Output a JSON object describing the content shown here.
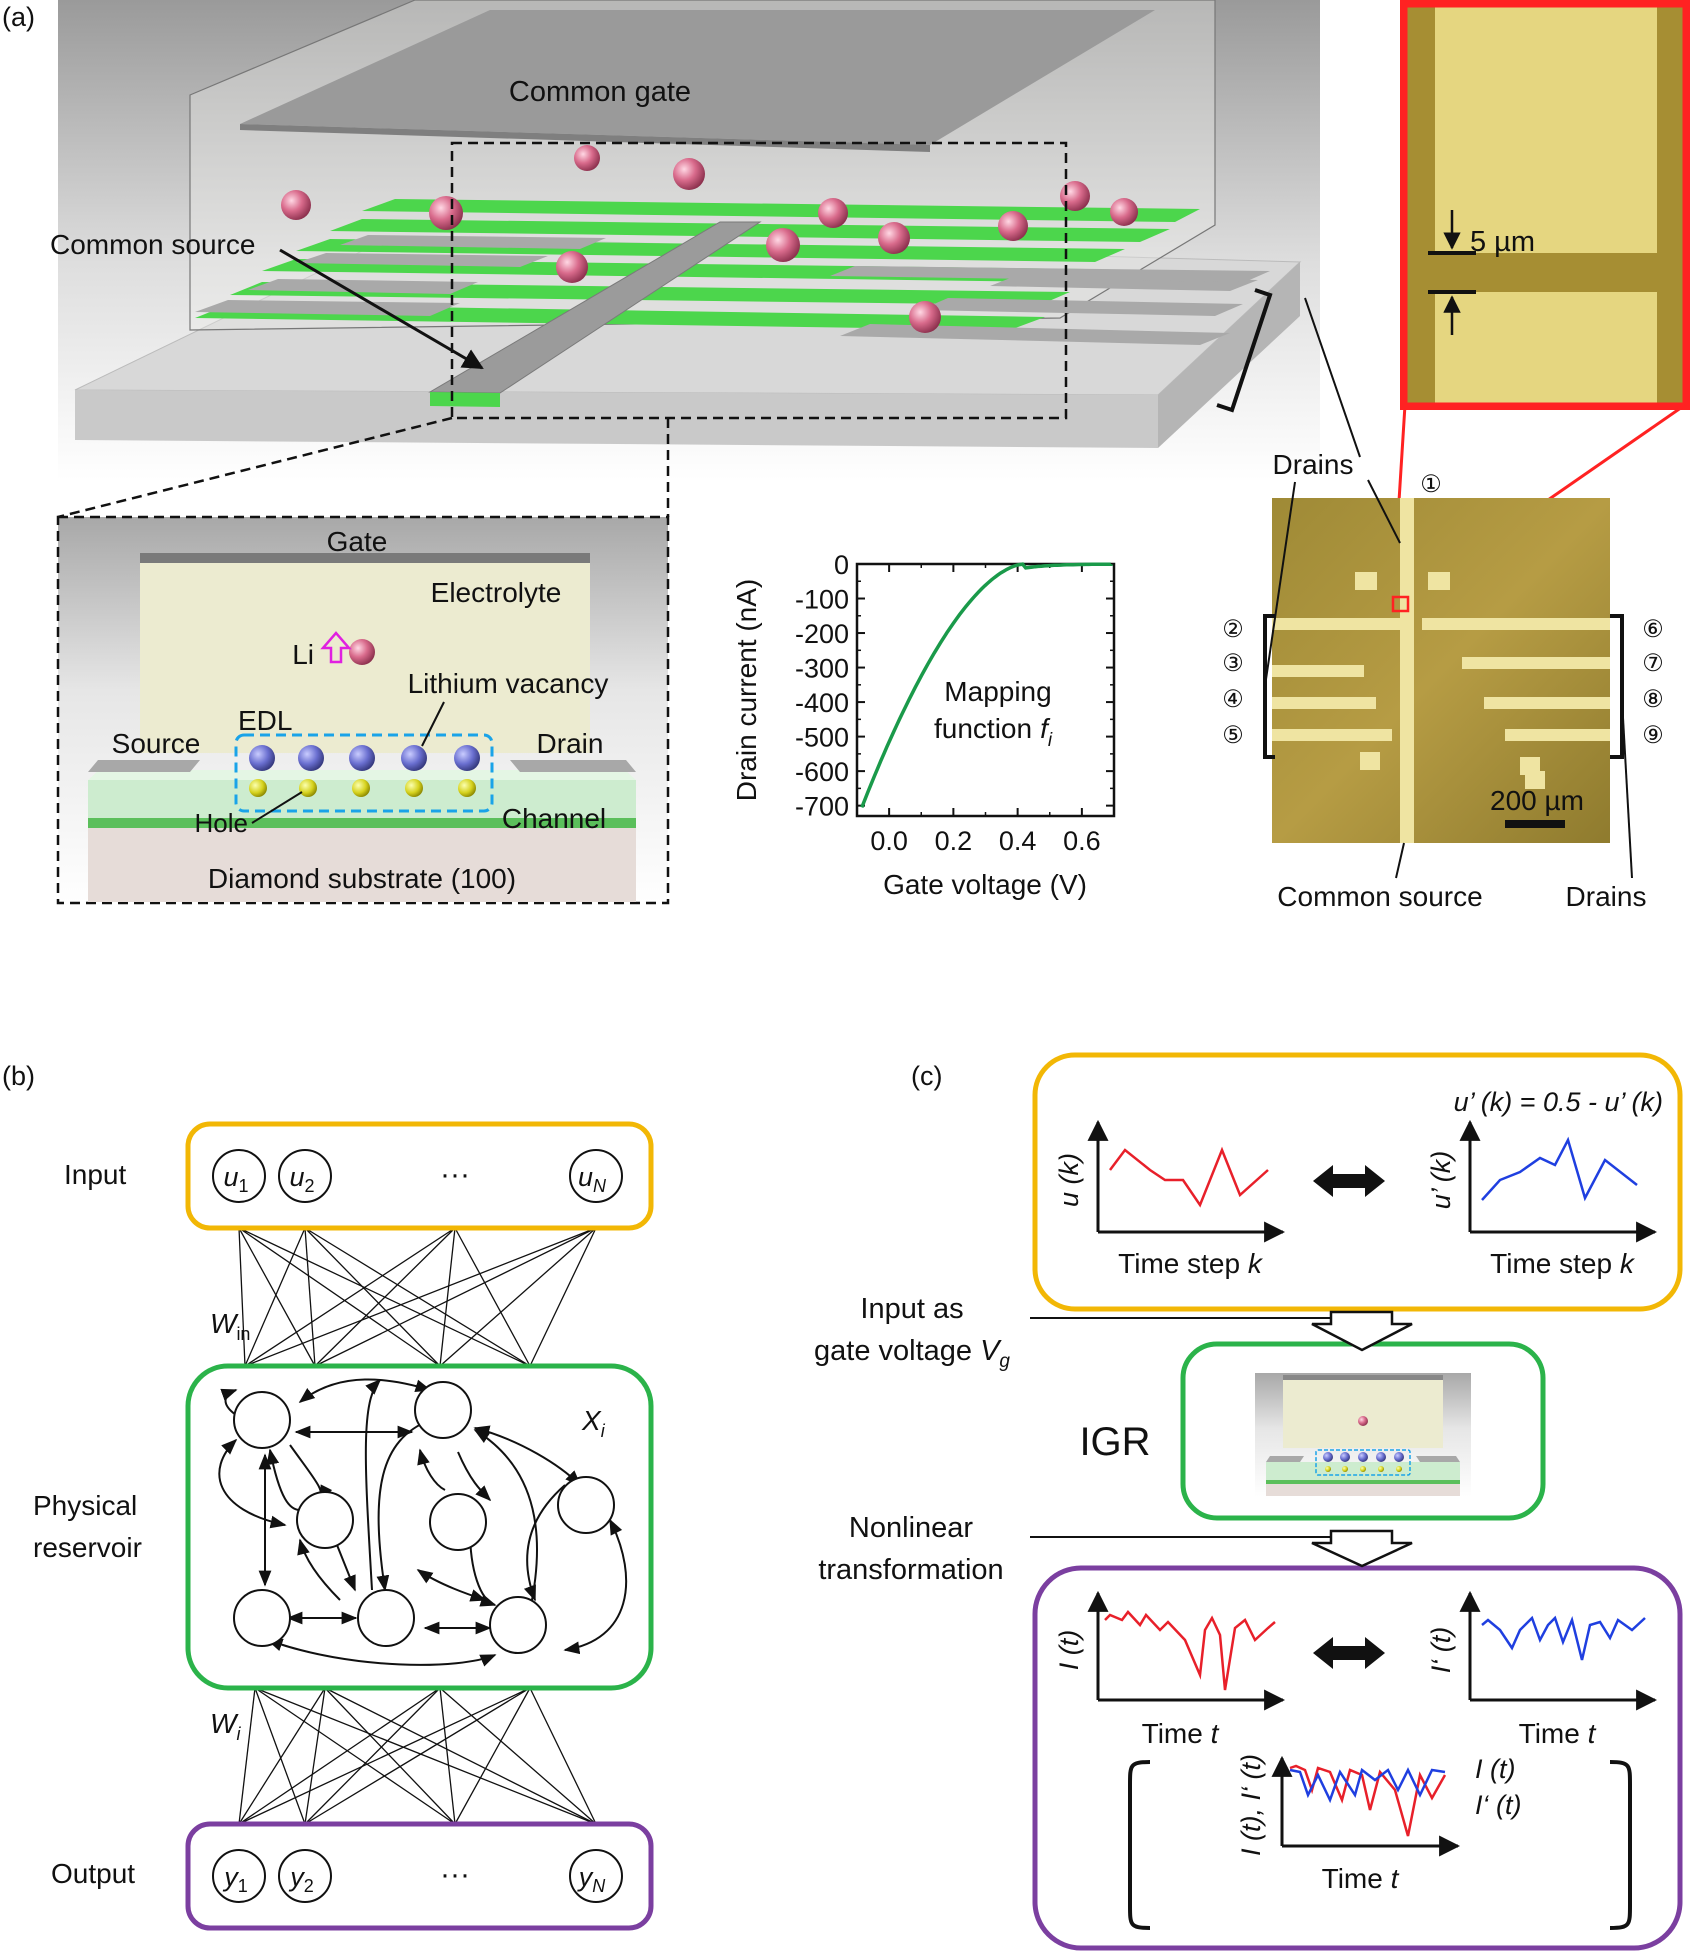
{
  "panel_a": {
    "label": "(a)",
    "common_gate": "Common gate",
    "common_source": "Common source",
    "inset": {
      "gate": "Gate",
      "electrolyte": "Electrolyte",
      "li": "Li",
      "lithium_vacancy": "Lithium vacancy",
      "edl": "EDL",
      "source": "Source",
      "drain": "Drain",
      "hole": "Hole",
      "channel": "Channel",
      "substrate": "Diamond substrate (100)"
    },
    "plot": {
      "ylabel": "Drain current (nA)",
      "xlabel": "Gate voltage (V)",
      "yticks": [
        "0",
        "-100",
        "-200",
        "-300",
        "-400",
        "-500",
        "-600",
        "-700"
      ],
      "xticks": [
        "0.0",
        "0.2",
        "0.4",
        "0.6"
      ],
      "annotation_line1": "Mapping",
      "annotation_line2": "function",
      "annotation_var": "f",
      "annotation_sub": "i",
      "curve_color": "#1a9a4a"
    },
    "micro": {
      "scale_top": "5 µm",
      "scale_bottom": "200 µm",
      "drains_top": "Drains",
      "drains_bottom": "Drains",
      "common_source": "Common source",
      "numbers": [
        "①",
        "②",
        "③",
        "④",
        "⑤",
        "⑥",
        "⑦",
        "⑧",
        "⑨"
      ]
    }
  },
  "panel_b": {
    "label": "(b)",
    "input": "Input",
    "physical_line1": "Physical",
    "physical_line2": "reservoir",
    "output": "Output",
    "w_in_main": "W",
    "w_in_sub": "in",
    "w_i_main": "W",
    "w_i_sub": "i",
    "x_i_main": "X",
    "x_i_sub": "i",
    "u": [
      "1",
      "2",
      "N"
    ],
    "y": [
      "1",
      "2",
      "N"
    ],
    "u_letter": "u",
    "y_letter": "y",
    "dots": "···",
    "colors": {
      "input": "#f2b705",
      "reservoir": "#2bb34a",
      "output": "#7b3fa0"
    }
  },
  "panel_c": {
    "label": "(c)",
    "equation": "u’ (k) = 0.5 - u’ (k)",
    "ylabel_u": "u (k)",
    "ylabel_u2": "u’ (k)",
    "xlabel_k_main": "Time step",
    "xlabel_k_var": "k",
    "input_as_line1": "Input as",
    "input_as_line2": "gate voltage",
    "input_as_var": "V",
    "input_as_sub": "g",
    "igr": "IGR",
    "nonlinear_line1": "Nonlinear",
    "nonlinear_line2": "transformation",
    "ylabel_i": "I (t)",
    "ylabel_i2": "I‘ (t)",
    "xlabel_t_main": "Time",
    "xlabel_t_var": "t",
    "ylabel_both": "I (t), I‘ (t)",
    "legend_i": "I (t)",
    "legend_i2": "I‘ (t)",
    "colors": {
      "red": "#e8202a",
      "blue": "#1f3fe0"
    }
  }
}
